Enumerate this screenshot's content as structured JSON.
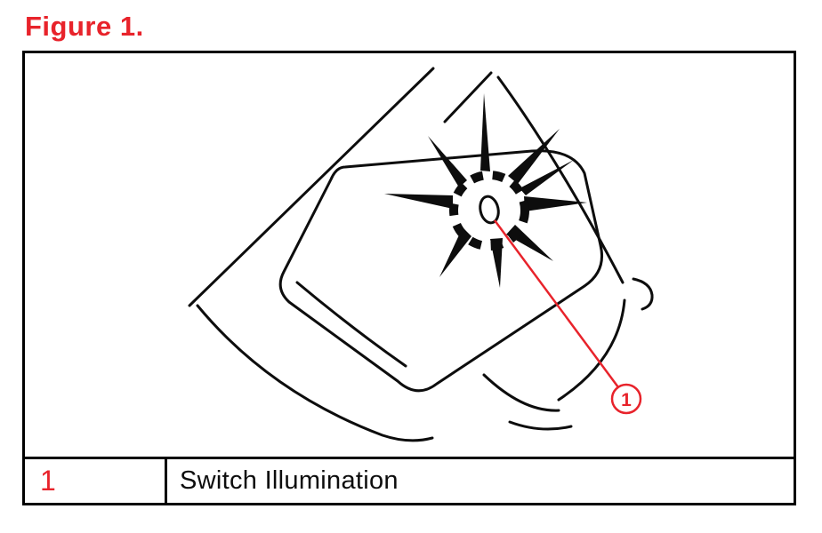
{
  "figure": {
    "title": "Figure 1."
  },
  "illustration": {
    "callout": {
      "number": "1"
    }
  },
  "legend": {
    "rows": [
      {
        "number": "1",
        "description": "Switch Illumination"
      }
    ]
  },
  "colors": {
    "accent_red": "#e8232b",
    "line_black": "#0d0d0d"
  }
}
